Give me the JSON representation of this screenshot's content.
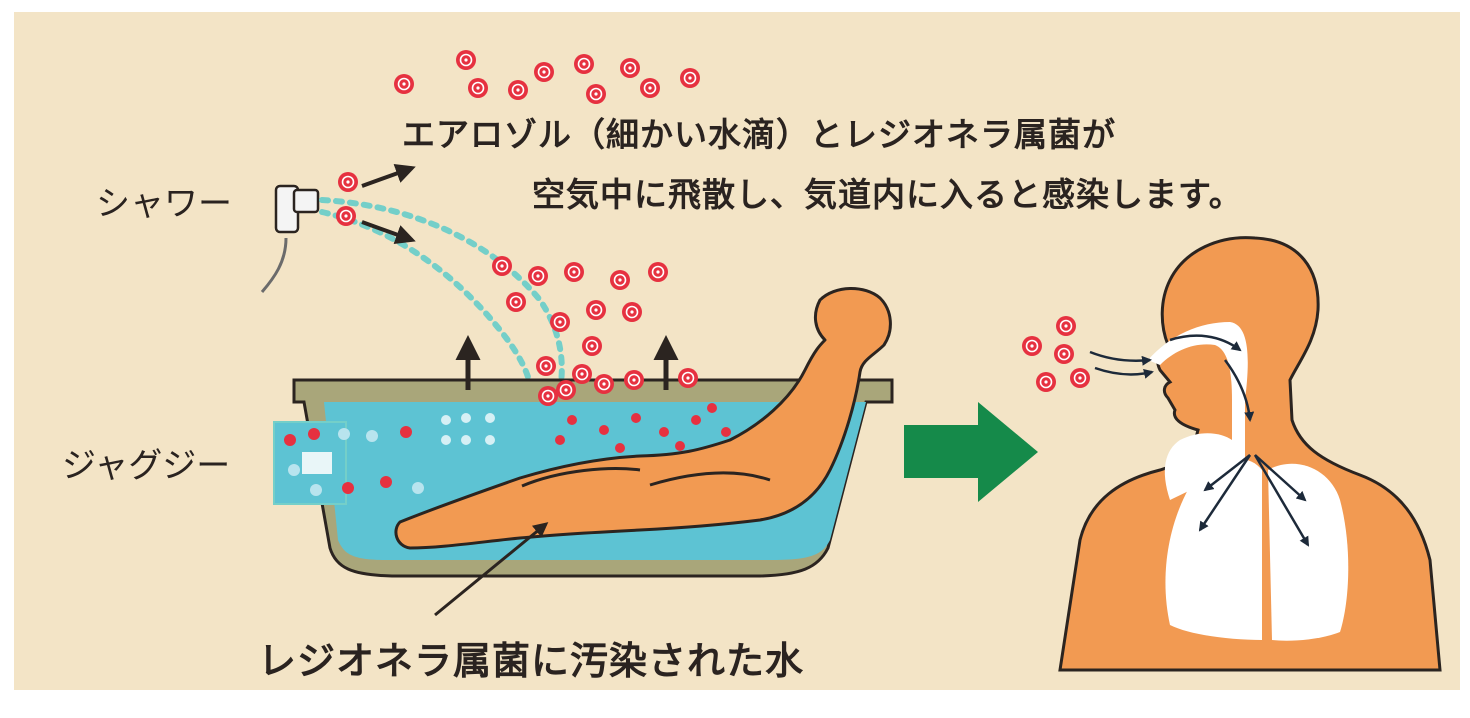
{
  "colors": {
    "background": "#f3e4c6",
    "water": "#5dc3d3",
    "body": "#f29a52",
    "outline": "#2b2420",
    "tub": "#a9a67a",
    "droplet": "#e63140",
    "spray": "#74cfc9",
    "arrow": "#158a4a",
    "lungs": "#ffffff"
  },
  "captions": {
    "aerosol_line1": "エアロゾル（細かい水滴）とレジオネラ属菌が",
    "aerosol_line2": "空気中に飛散し、気道内に入ると感染します。"
  },
  "labels": {
    "shower": "シャワー",
    "jacuzzi": "ジャグジー",
    "contaminated_water": "レジオネラ属菌に汚染された水"
  }
}
